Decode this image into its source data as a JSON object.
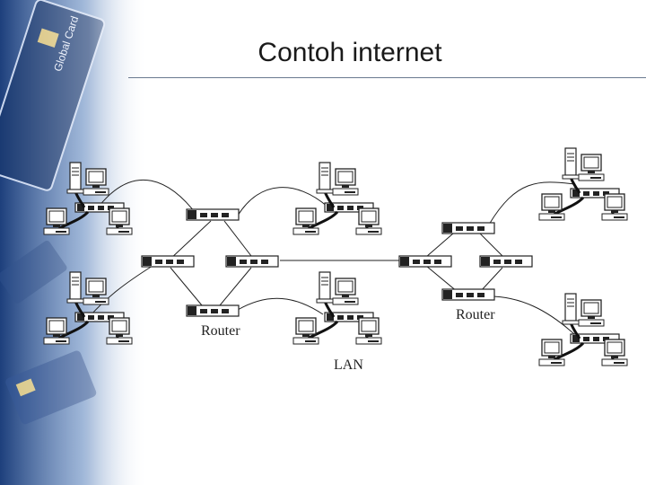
{
  "slide": {
    "title": "Contoh internet",
    "theme_colors": {
      "accent": "#1c3d7a",
      "rule": "#6a7a90"
    }
  },
  "diagram": {
    "labels": {
      "router_left": "Router",
      "router_right": "Router",
      "lan": "LAN"
    },
    "nodes": {
      "lan_clusters": [
        "lan-top-left",
        "lan-bottom-left",
        "lan-top-middle",
        "lan-bottom-middle",
        "lan-top-right",
        "lan-bottom-right"
      ],
      "routers": [
        "router-a",
        "router-b",
        "router-c",
        "router-d",
        "router-e",
        "router-f",
        "router-g",
        "router-h"
      ]
    },
    "decor_icon": "credit-card-banner"
  }
}
